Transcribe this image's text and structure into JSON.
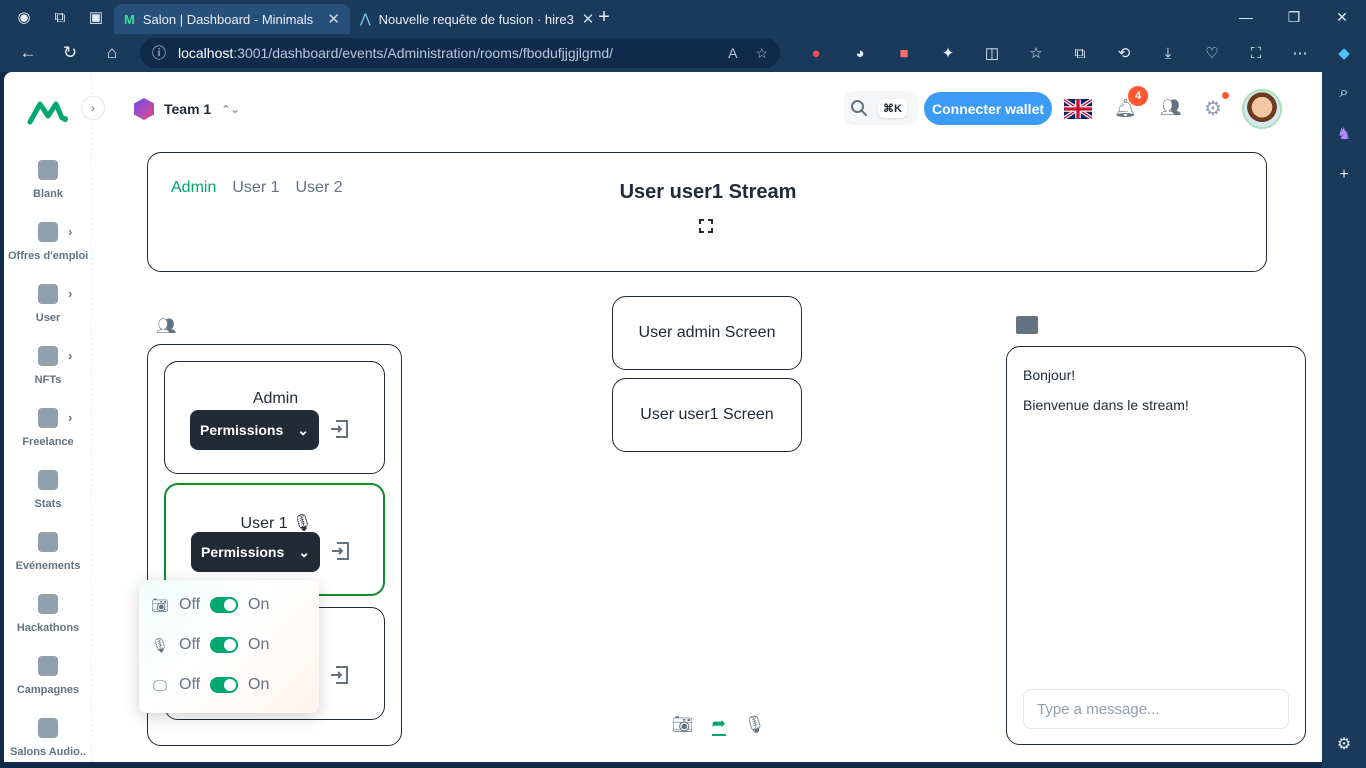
{
  "browser": {
    "tabs": [
      {
        "title": "Salon | Dashboard - Minimals",
        "active": true
      },
      {
        "title": "Nouvelle requête de fusion · hire3",
        "active": false
      }
    ],
    "url_host": "localhost",
    "url_path": ":3001/dashboard/events/Administration/rooms/fbodufjjgjlgmd/"
  },
  "sidebar": {
    "items": [
      {
        "label": "Blank",
        "has_children": false
      },
      {
        "label": "Offres d'emploi",
        "has_children": true
      },
      {
        "label": "User",
        "has_children": true
      },
      {
        "label": "NFTs",
        "has_children": true
      },
      {
        "label": "Freelance",
        "has_children": true
      },
      {
        "label": "Stats",
        "has_children": false
      },
      {
        "label": "Evénements",
        "has_children": false
      },
      {
        "label": "Hackathons",
        "has_children": false
      },
      {
        "label": "Campagnes",
        "has_children": false
      },
      {
        "label": "Salons Audio..",
        "has_children": false
      }
    ]
  },
  "header": {
    "team_name": "Team 1",
    "search_shortcut": "⌘K",
    "wallet_button": "Connecter wallet",
    "notification_count": "4"
  },
  "stream": {
    "user_tabs": [
      "Admin",
      "User 1",
      "User 2"
    ],
    "selected_tab": "Admin",
    "title": "User user1 Stream"
  },
  "participants": [
    {
      "name": "Admin",
      "permissions_label": "Permissions",
      "speaking": false
    },
    {
      "name": "User 1",
      "permissions_label": "Permissions",
      "speaking": true
    },
    {
      "name": "",
      "permissions_label": "Permissions",
      "speaking": false
    }
  ],
  "permissions_popover": {
    "rows": [
      {
        "icon": "camera-icon",
        "off": "Off",
        "on": "On",
        "enabled": true
      },
      {
        "icon": "microphone-icon",
        "off": "Off",
        "on": "On",
        "enabled": true
      },
      {
        "icon": "screen-share-icon",
        "off": "Off",
        "on": "On",
        "enabled": true
      }
    ]
  },
  "screens": [
    "User admin Screen",
    "User user1 Screen"
  ],
  "chat": {
    "messages": [
      "Bonjour!",
      "Bienvenue dans le stream!"
    ],
    "placeholder": "Type a message..."
  },
  "colors": {
    "accent": "#00a76f",
    "wallet": "#3b9bf5",
    "badge": "#ff5630",
    "dark": "#212b36"
  }
}
